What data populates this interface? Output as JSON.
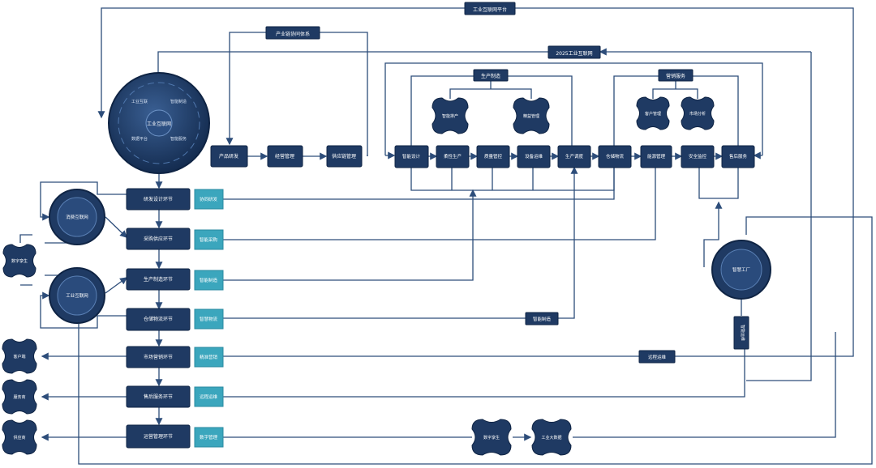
{
  "labels": {
    "top_banner": "工业互联网平台",
    "industry_system": "产业链协同体系",
    "platform_2025": "2025工业互联网",
    "hub_center": "工业互联网",
    "hub_ring_1": "工业互联",
    "hub_ring_2": "智能制造",
    "hub_ring_3": "数据平台",
    "hub_ring_4": "智能服务",
    "left_circle_1": "消费互联网",
    "left_circle_2": "工业互联网",
    "left_small_cross": "数字孪生",
    "right_circle": "智慧工厂",
    "vertical_box": "智能运维",
    "flow_1": "产品研发",
    "flow_2": "经营管理",
    "flow_3": "供应链管理",
    "prod_1": "智能设计",
    "prod_2": "柔性生产",
    "prod_3": "质量管控",
    "prod_4": "设备运维",
    "prod_5": "生产调度",
    "prod_6": "仓储物流",
    "prod_7": "能源管理",
    "prod_8": "安全监控",
    "prod_9": "售后服务",
    "group_a_header": "生产制造",
    "group_b_header": "营销服务",
    "cross_a1": "智能排产",
    "cross_a2": "精益管理",
    "cross_b1": "客户管理",
    "cross_b2": "市场分析",
    "stack_1": "研发设计环节",
    "stack_2": "采购供应环节",
    "stack_3": "生产制造环节",
    "stack_4": "仓储物流环节",
    "stack_5": "市场营销环节",
    "stack_6": "售后服务环节",
    "stack_7": "运营管理环节",
    "tag_1": "协同研发",
    "tag_2": "智能采购",
    "tag_3": "智能制造",
    "tag_4": "智慧物流",
    "tag_5": "精准营销",
    "tag_6": "远程运维",
    "tag_7": "数字管理",
    "left_cross_1": "客户端",
    "left_cross_2": "服务商",
    "left_cross_3": "供应商",
    "bottom_cross_1": "数字孪生",
    "bottom_cross_2": "工业大数据",
    "mid_box_1": "智能制造",
    "mid_box_2": "远程运维"
  },
  "colors": {
    "node_fill": "#1f3a63",
    "node_border": "#0f2444",
    "tag_fill": "#3ba6bd",
    "line": "#2d4d7a"
  }
}
